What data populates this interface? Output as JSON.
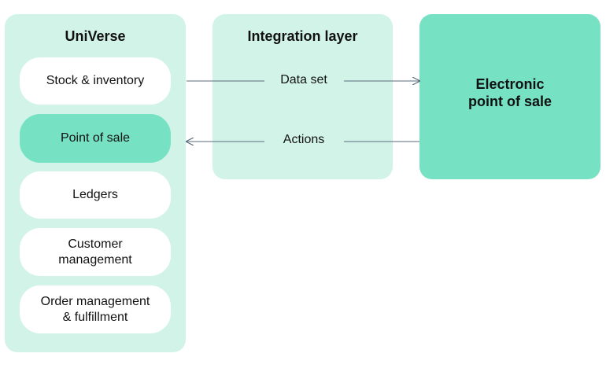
{
  "colors": {
    "panel_bg": "#d2f3e8",
    "accent": "#76e1c3",
    "module_bg": "#ffffff",
    "arrow": "#5a6b7d"
  },
  "universe": {
    "title": "UniVerse",
    "modules": [
      {
        "label": "Stock & inventory",
        "highlighted": false
      },
      {
        "label": "Point of sale",
        "highlighted": true
      },
      {
        "label": "Ledgers",
        "highlighted": false
      },
      {
        "label": "Customer\nmanagement",
        "highlighted": false
      },
      {
        "label": "Order management\n& fulfillment",
        "highlighted": false
      }
    ]
  },
  "integration": {
    "title": "Integration layer",
    "flows": [
      {
        "label": "Data set",
        "direction": "to-epos",
        "from": "Stock & inventory"
      },
      {
        "label": "Actions",
        "direction": "to-universe",
        "to": "Point of sale"
      }
    ]
  },
  "epos": {
    "title": "Electronic\npoint of sale"
  }
}
